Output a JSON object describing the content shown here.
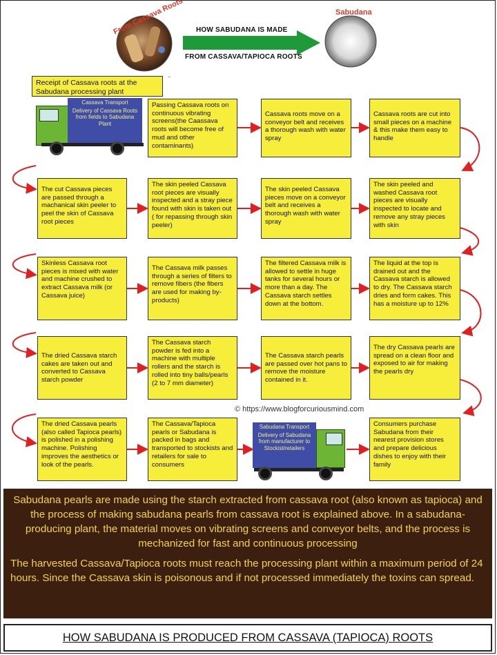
{
  "header": {
    "left_circle_label": "From Cassava Roots",
    "right_circle_label": "Sabudana",
    "arrow_top_text": "HOW SABUDANA IS MADE",
    "arrow_bottom_text": "FROM CASSAVA/TAPIOCA ROOTS"
  },
  "receipt": "Receipt of Cassava roots at the Sabudana processing plant",
  "truck1": {
    "title": "Cassava Transport",
    "text": "Delivery of Cassava Roots from fields to Sabudana Plant"
  },
  "truck2": {
    "title": "Sabudana Transport",
    "text": "Delivery of Sabudana from manufacturer to Stockist/retailers"
  },
  "steps": [
    "Passing Cassava roots on continuous vibrating screens(the Caassava roots will become free of mud and other contaminants)",
    "Cassava roots move on a conveyor belt and receives a thorough wash with water spray",
    "Cassava roots are cut into small pieces on a machine & this make them easy to handle",
    "The cut Cassava pieces are passed through a machanical skin peeler to peel the skin of Cassava root pieces",
    "The skin peeled Cassava root pieces are visually inspected and a stray piece found with skin is taken out ( for repassing through skin peeler)",
    "The skin peeled Cassava pieces move on a conveyor belt and receives a thorough wash with water spray",
    "The skin peeled and washed Cassava root pieces are visually inspected to locate and remove any stray pieces with skin",
    "Skinless Cassava root pieces is mixed with water and machine crushed to extract Cassava milk (or Cassava juice)",
    "The Cassava milk passes through a series of filters to remove fibers (the fibers are used for making by-products)",
    "The filtered Cassava milk is allowed to settle in huge tanks for several hours or more than a day. The Cassava starch settles down at the bottom.",
    "The liquid at the top is drained out and the Cassava starch is allowed to dry. The Cassava starch dries and form cakes. This has a moisture up to 12%",
    "The dried Cassava starch cakes are taken out and converted to Cassava starch powder",
    "The Cassava starch powder is fed into a machine with multiple rollers and the starch is rolled into tiny balls/pearls (2 to 7 mm diameter)",
    "The Cassava starch pearls are passed over hot pans to remove the moisture contained in it.",
    "The dry Cassava pearls are spread on a clean floor and exposed to air for making the pearls dry",
    "The dried Cassava pearls (also called Tapioca pearls) is polished in a polishing machine. Polishing improves the aesthetics or look of the pearls.",
    "The Cassava/Tapioca pearls or Sabudana is packed in bags and transported to stockists and retailers for sale to consumers",
    "Consumers purchase Sabudana from their nearest provision stores and prepare delicious dishes to enjoy with their family"
  ],
  "credit": "© https://www.blogforcuriousmind.com",
  "info_paragraph_1": "Sabudana pearls are made using the starch extracted from cassava root (also known as tapioca) and the process of making sabudana pearls from cassava root is explained above. In a sabudana-producing plant, the material moves on vibrating screens and conveyor belts, and the process is mechanized for fast and continuous processing",
  "info_paragraph_2": "The harvested Cassava/Tapioca roots must reach the processing plant within a maximum period of 24 hours. Since the Cassava skin is poisonous and if not processed immediately the toxins can spread.",
  "footer_title": "HOW SABUDANA IS PRODUCED FROM CASSAVA (TAPIOCA) ROOTS",
  "colors": {
    "box": "#f6ee3a",
    "arrow_red": "#e02020",
    "arrow_green": "#1f9a3a",
    "info_bg": "#3d1f10",
    "info_text": "#f1d34a"
  }
}
